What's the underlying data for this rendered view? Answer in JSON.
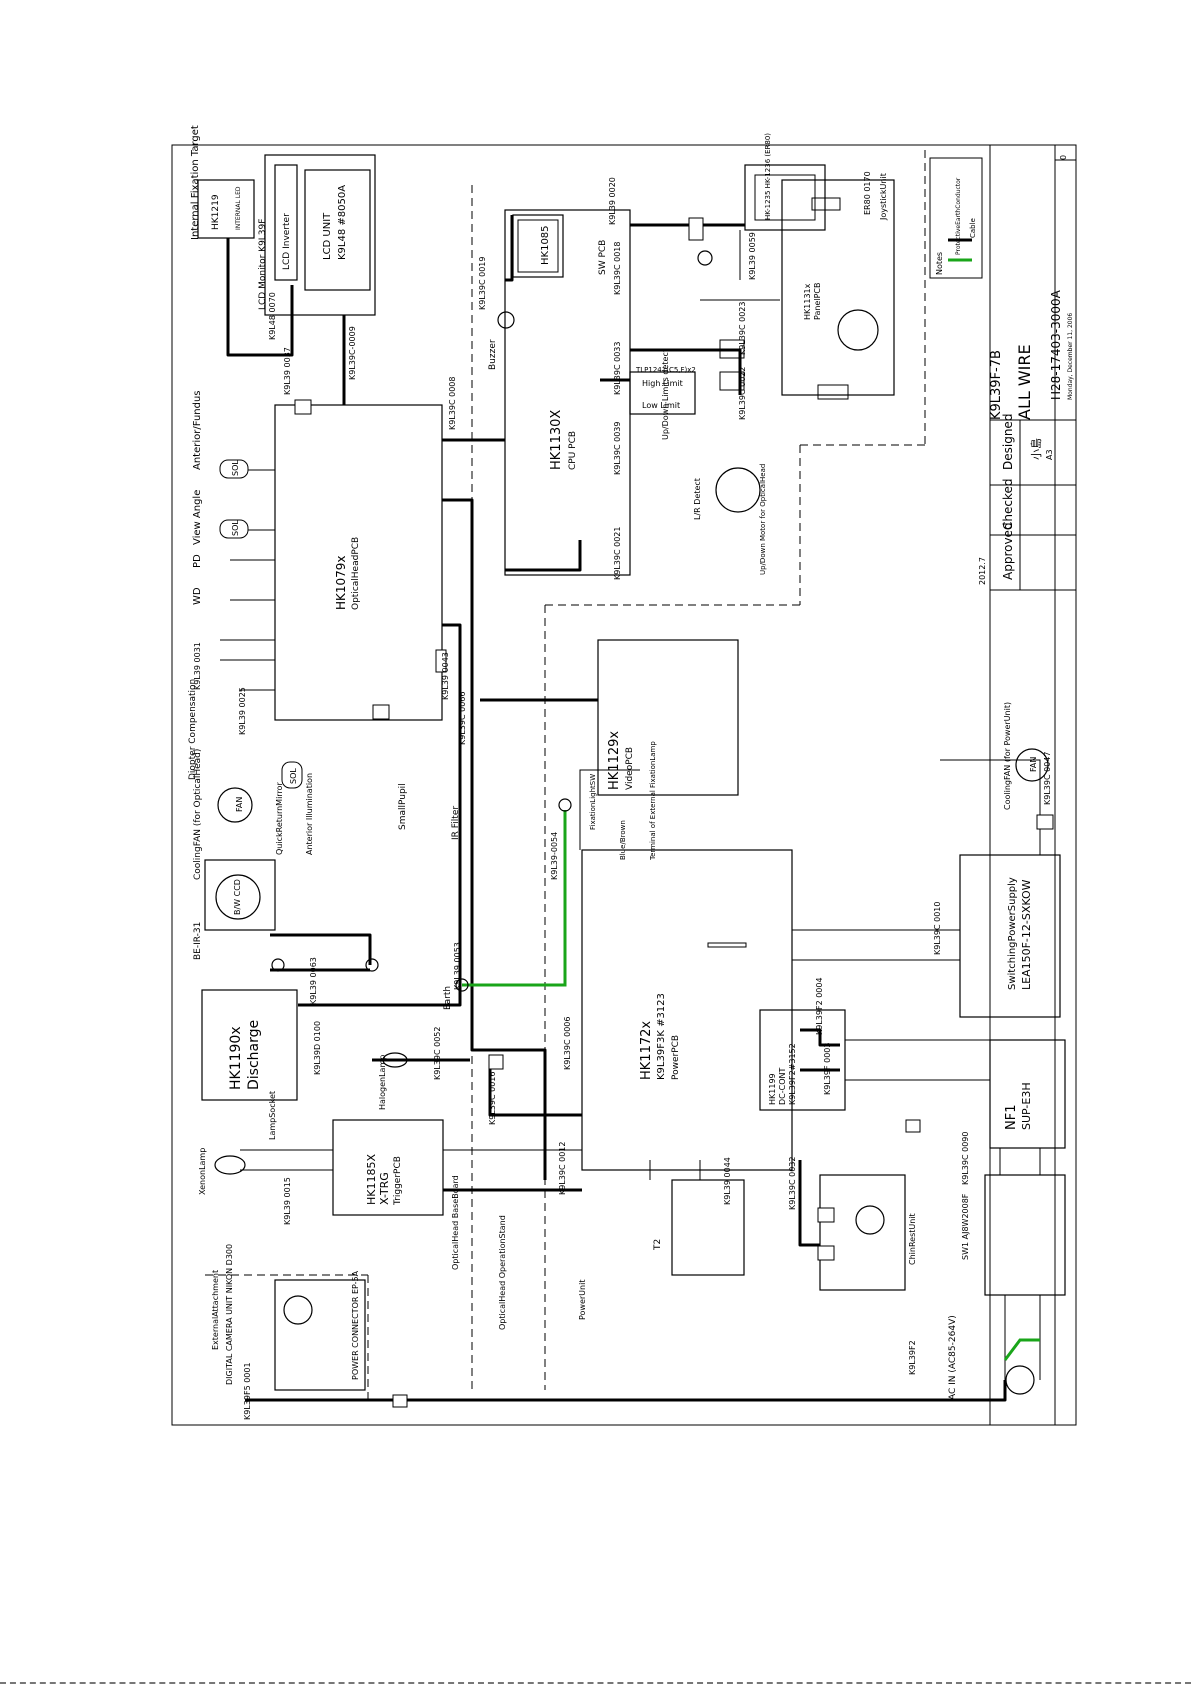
{
  "title_block": {
    "title": "ALL WIRE",
    "model": "K9L39F-7B",
    "doc_number": "H28-17403-3000A",
    "date_line": "Monday, December 11, 2006",
    "size": "A3",
    "rev": "0",
    "approved": "Approved",
    "checked": "Checked",
    "designed": "Designed",
    "designer": "小島",
    "approve_date": "2012.7",
    "notes_label": "Notes",
    "legend_green": "ProtectiveEarthConductor",
    "legend_black": "Cable",
    "legend_green_color": "#1aa51a",
    "legend_black_color": "#000000"
  },
  "boards": {
    "cpu": {
      "name": "HK1130X",
      "sub": "CPU PCB"
    },
    "optical_head": {
      "name": "HK1079x",
      "sub": "OpticalHeadPCB"
    },
    "video": {
      "name": "HK1129x",
      "sub": "VideoPCB"
    },
    "power": {
      "name": "HK1172x",
      "sub": "K9L39F3K #3123",
      "sub2": "PowerPCB"
    },
    "discharge": {
      "name": "HK1190x",
      "sub": "Discharge"
    },
    "trigger": {
      "name": "HK1185X",
      "sub": "X-TRG",
      "sub2": "TriggerPCB"
    },
    "sw": {
      "name": "HK1085",
      "sub": "SW PCB"
    },
    "dc_cont": {
      "name": "HK1199",
      "sub": "DC-CONT",
      "sub2": "K9L39F2#3152"
    },
    "panel": {
      "name": "HK1131x",
      "sub": "PanelPCB"
    },
    "lcd": {
      "name": "LCD UNIT",
      "sub": "K9L48 #8050A"
    },
    "lcd_inverter": {
      "name": "LCD Inverter"
    },
    "lcd_monitor": {
      "name": "LCD Monitor K9L39F"
    },
    "nf1": {
      "name": "NF1",
      "sub": "SUP-E3H"
    },
    "ps": {
      "name": "SwitchingPowerSupply",
      "sub": "LEA150F-12-SXKOW"
    },
    "joystick": {
      "name": "JoystickUnit",
      "sub": "HK-1235 HK-1236 (ER80)"
    },
    "chinrest": {
      "name": "ChinRestUnit"
    },
    "camera": {
      "name": "DIGITAL CAMERA UNIT  NIKON D300",
      "sub": "POWER CONNECTOR EP-5A"
    },
    "bw_ccd": {
      "name": "B/W CCD",
      "sub": "BE-IR-31"
    }
  },
  "labels": {
    "internal_fixation": "Internal Fixation Target",
    "hk1219": "HK1219",
    "internal_led": "INTERNAL LED",
    "anterior_fundus": "Anterior/Fundus",
    "view_angle": "View Angle",
    "pd": "PD",
    "wd": "WD",
    "diopter": "Diopter Compensation",
    "cooling_fan_head": "CoolingFAN (for OpticalHead)",
    "cooling_fan_unit": "CoolingFAN (for PowerUnit)",
    "quick_return": "QuickReturnMirror",
    "anterior_illum": "Anterior Illumination",
    "small_pupil": "SmallPupil",
    "ir_filter": "IR Filter",
    "buzzer": "Buzzer",
    "up_down": "Up/Down Limits detect",
    "lr_detect": "L/R Detect",
    "motor": "Up/Down Motor for OpticalHead",
    "earth": "Earth",
    "xenon": "XenonLamp",
    "lamp_socket": "LampSocket",
    "halogen": "HalogenLamp",
    "optical_head_board": "OpticalHead BaseBoard",
    "optical_head_stand": "OpticalHead OperationStand",
    "power_unit": "PowerUnit",
    "external_attachment": "ExternalAttachment",
    "ac_in": "AC IN (AC85-264V)",
    "sw1": "SW1 AJ8W2008F",
    "fixation_sw": "FixationLightSW",
    "blue_brown": "Blue/Brown",
    "terminal_ext": "Terminal of External FixationLamp",
    "high_limit": "High Limit",
    "low_limit": "Low Limit",
    "tlp": "TLP1241(C5,F)x2",
    "fan": "FAN",
    "sol": "SOL",
    "t2": "T2"
  },
  "wires": {
    "w0001": "K9L39F5 0001",
    "w0003": "K9L39F 0003",
    "w0004": "K9L39F2 0004",
    "w0006": "K9L39C 0006",
    "w0008": "K9L39C 0008",
    "w0010": "K9L39C 0010",
    "w0012": "K9L39C 0012",
    "w0015": "K9L39 0015",
    "w0016": "K9L39C 0016",
    "w0018": "K9L39C 0018",
    "w0019": "K9L39C 0019",
    "w0020": "K9L39 0020",
    "w0021": "K9L39C 0021",
    "w0022": "K9L39C 0022",
    "w0023": "K9L39C 0023",
    "w0025": "K9L39 0025",
    "w0031": "K9L39 0031",
    "w0032": "K9L39C 0032",
    "w0033": "K9L39C 0033",
    "w0037": "K9L39 0037",
    "w0039": "K9L39C 0039",
    "w0043": "K9L39 0043",
    "w0044": "K9L39 0044",
    "w0052": "K9L39C 0052",
    "w0053": "K9L39 0053",
    "w0054": "K9L39-0054",
    "w0059": "K9L39 0059",
    "w0063": "K9L39 0063",
    "w0066": "K9L39C 0066",
    "w0070": "K9L48 0070",
    "w0090": "K9L39C 0090",
    "w0100": "K9L39D 0100",
    "w0009": "K9L39C-0009",
    "wER80": "ER80 0170",
    "w0047": "K9L39C 0047",
    "wF2": "K9L39F2"
  }
}
